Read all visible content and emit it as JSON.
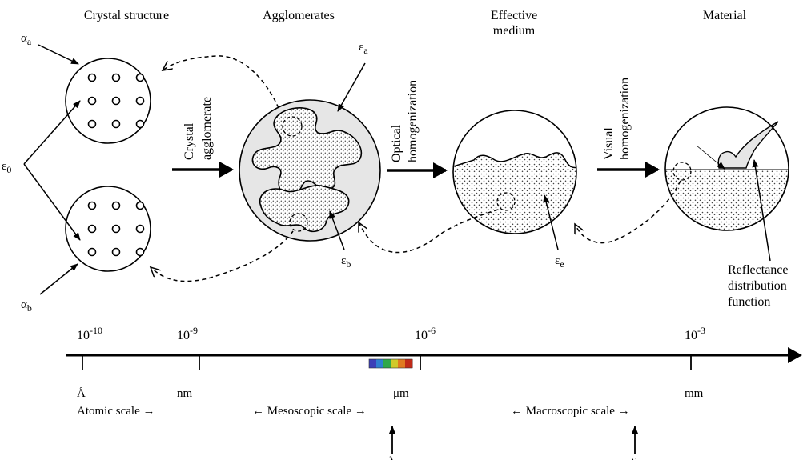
{
  "titles": {
    "crystal": "Crystal structure",
    "agglomerates": "Agglomerates",
    "effective_line1": "Effective",
    "effective_line2": "medium",
    "material": "Material"
  },
  "arrows": {
    "crystal_agglomerate_line1": "Crystal",
    "crystal_agglomerate_line2": "agglomerate",
    "optical_line1": "Optical",
    "optical_line2": "homogenization",
    "visual_line1": "Visual",
    "visual_line2": "homogenization"
  },
  "symbols": {
    "alpha_a": "α",
    "alpha_a_sub": "a",
    "alpha_b": "α",
    "alpha_b_sub": "b",
    "eps0": "ε",
    "eps0_sub": "0",
    "eps_a": "ε",
    "eps_a_sub": "a",
    "eps_b": "ε",
    "eps_b_sub": "b",
    "eps_e": "ε",
    "eps_e_sub": "e"
  },
  "reflectance": {
    "line1": "Reflectance",
    "line2": "distribution",
    "line3": "function"
  },
  "scale": {
    "ticks": [
      {
        "base": "10",
        "exp": "-10",
        "unit": "Å"
      },
      {
        "base": "10",
        "exp": "-9",
        "unit": "nm"
      },
      {
        "base": "10",
        "exp": "-6",
        "unit": "μm"
      },
      {
        "base": "10",
        "exp": "-3",
        "unit": "mm"
      }
    ],
    "atomic": "Atomic scale →",
    "mesoscopic": "← Mesoscopic scale →",
    "macroscopic": "← Macroscopic scale →",
    "lambda": "λ",
    "nu": "ν"
  },
  "colors": {
    "spectrum": [
      "#3b3fb8",
      "#2f7fd0",
      "#2fa84a",
      "#d0c92a",
      "#e07a20",
      "#c02a18"
    ],
    "ink": "#000000",
    "agglomerate_fill": "#e6e6e6"
  }
}
